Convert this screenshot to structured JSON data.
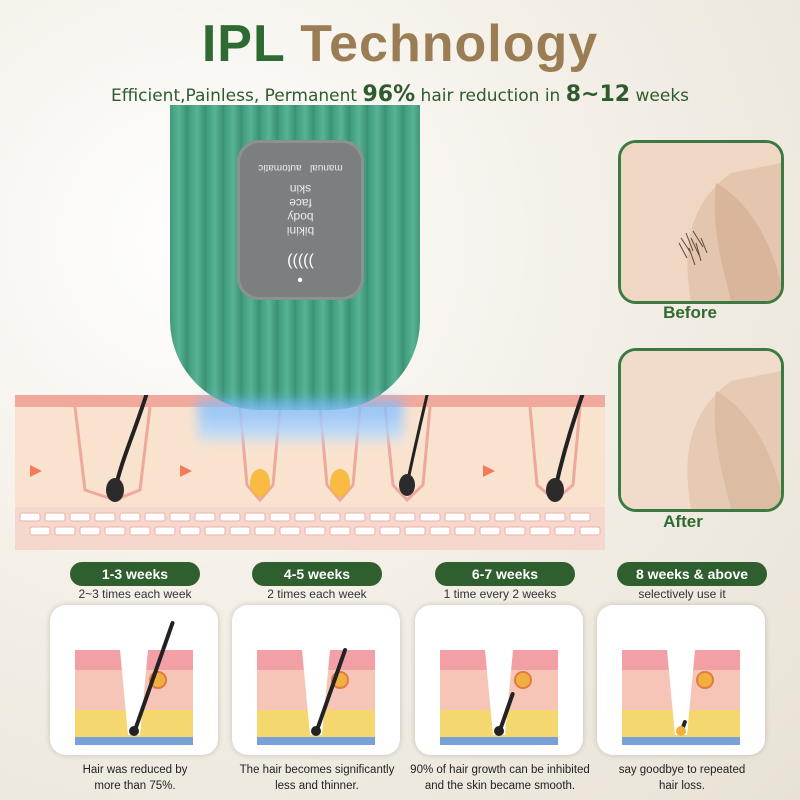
{
  "title": {
    "part1": "IPL",
    "part2": "Technology"
  },
  "subtitle": {
    "prefix": "Efficient,Painless, Permanent ",
    "percent": "96%",
    "middle": " hair reduction in ",
    "weeks": "8~12",
    "suffix": " weeks"
  },
  "device_panel": {
    "modes": [
      "manual",
      "automatic"
    ],
    "areas": [
      "bikini",
      "body",
      "face",
      "skin"
    ],
    "level_symbol": "(((((",
    "dot": "•"
  },
  "comparison": {
    "before_label": "Before",
    "after_label": "After"
  },
  "stages": [
    {
      "label": "1-3 weeks",
      "frequency": "2~3 times each week",
      "note_line1": "Hair was reduced by",
      "note_line2": "more than 75%.",
      "hair_level": 1.0
    },
    {
      "label": "4-5 weeks",
      "frequency": "2 times each week",
      "note_line1": "The hair becomes significantly",
      "note_line2": "less and thinner.",
      "hair_level": 0.75
    },
    {
      "label": "6-7 weeks",
      "frequency": "1 time every 2 weeks",
      "note_line1": "90% of hair growth can be inhibited",
      "note_line2": "and the skin became smooth.",
      "hair_level": 0.35
    },
    {
      "label": "8 weeks & above",
      "frequency": "selectively use it",
      "note_line1": "say goodbye to repeated",
      "note_line2": "hair loss.",
      "hair_level": 0.1
    }
  ],
  "colors": {
    "brand_green": "#2e6a31",
    "title_tan": "#9b7d55",
    "device_green": "#4aa585",
    "skin_pink": "#f2a9a0"
  }
}
